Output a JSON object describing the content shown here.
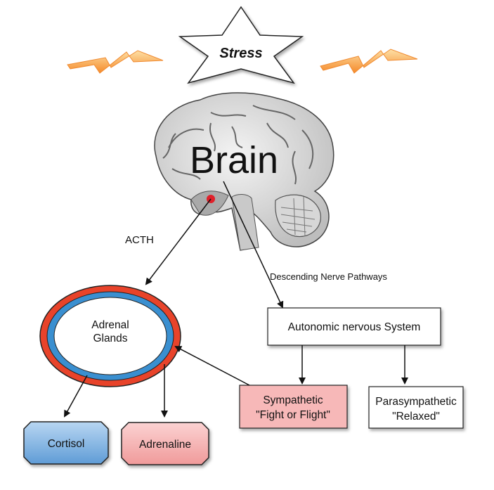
{
  "stress": {
    "label": "Stress"
  },
  "brain": {
    "label": "Brain"
  },
  "labels": {
    "acth": "ACTH",
    "descending": "Descending Nerve Pathways"
  },
  "nodes": {
    "adrenal": {
      "line1": "Adrenal",
      "line2": "Glands"
    },
    "autonomic": {
      "label": "Autonomic nervous System"
    },
    "sympathetic": {
      "line1": "Sympathetic",
      "line2": "\"Fight or Flight\""
    },
    "parasympathetic": {
      "line1": "Parasympathetic",
      "line2": "\"Relaxed\""
    },
    "cortisol": {
      "label": "Cortisol"
    },
    "adrenaline": {
      "label": "Adrenaline"
    }
  },
  "colors": {
    "lightning": "#f7a23a",
    "adrenal_outer": "#e8432a",
    "adrenal_inner": "#3a8fd0",
    "sympathetic_fill": "#f7b8b8",
    "cortisol_fill": "#7fb1e0",
    "adrenaline_fill": "#f6a6a6",
    "hypothalamus": "#e0202a"
  }
}
